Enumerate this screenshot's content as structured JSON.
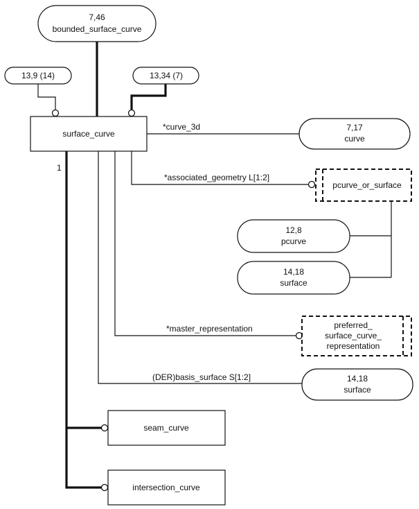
{
  "diagram": {
    "notation": "EXPRESS-G",
    "main_entity": {
      "name": "surface_curve"
    },
    "supertype": {
      "ref": "7,46",
      "name": "bounded_surface_curve"
    },
    "inter_page_refs": [
      {
        "label": "13,9 (14)"
      },
      {
        "label": "13,34 (7)"
      }
    ],
    "attributes": [
      {
        "label": "*curve_3d",
        "target_ref": "7,17",
        "target_name": "curve"
      },
      {
        "label": "*associated_geometry L[1:2]",
        "target_name": "pcurve_or_surface"
      },
      {
        "label": "*master_representation",
        "target_lines": [
          "preferred_",
          "surface_curve_",
          "representation"
        ]
      },
      {
        "label": "(DER)basis_surface S[1:2]",
        "target_ref": "14,18",
        "target_name": "surface"
      }
    ],
    "select_members": [
      {
        "ref": "12,8",
        "name": "pcurve"
      },
      {
        "ref": "14,18",
        "name": "surface"
      }
    ],
    "subtype_cardinality": "1",
    "subtypes": [
      {
        "name": "seam_curve"
      },
      {
        "name": "intersection_curve"
      }
    ]
  }
}
